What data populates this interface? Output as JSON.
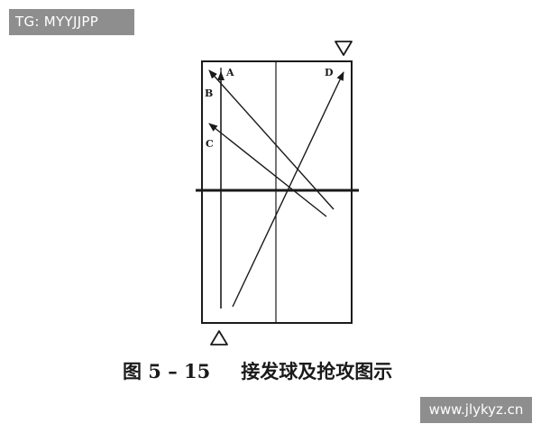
{
  "watermarks": {
    "top_left": "TG: MYYJJPP",
    "bottom_right": "www.jlykyz.cn"
  },
  "diagram": {
    "point_labels": {
      "a": "A",
      "b": "B",
      "c": "C",
      "d": "D"
    },
    "caption": {
      "number": "图 5 – 15",
      "title": "接发球及抢攻图示"
    }
  },
  "colors": {
    "ink": "#1a1a1a",
    "watermark_bg": "#8e8e8e",
    "watermark_text": "#ffffff"
  }
}
